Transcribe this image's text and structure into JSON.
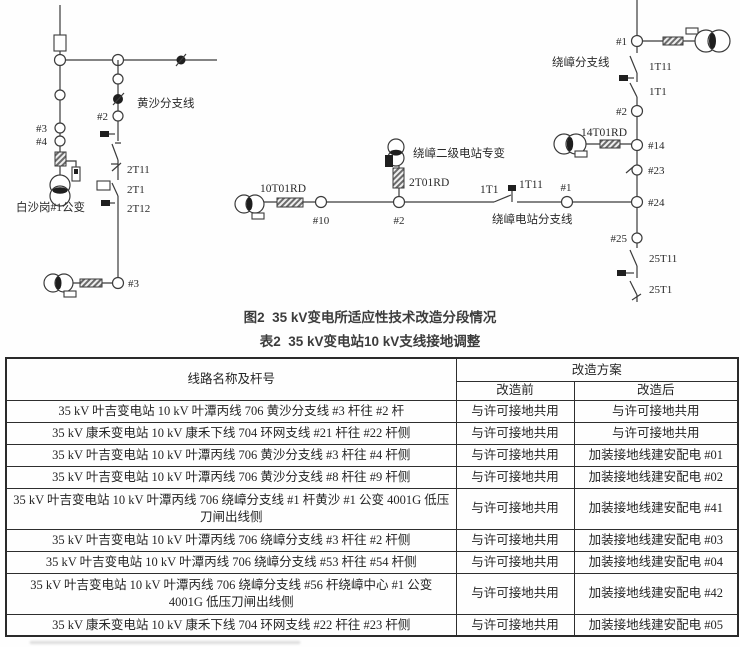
{
  "figure": {
    "caption": "图2  35 kV变电所适应性技术改造分段情况"
  },
  "diagram": {
    "colors": {
      "line": "#3b3b3b",
      "text": "#2a2a2a",
      "background": "#ffffff"
    },
    "feeder_left": {
      "pole3": "#3",
      "pole4": "#4",
      "transformer": "白沙岗#1公变",
      "branch": "黄沙分支线",
      "pole2": "#2",
      "sw_2t11": "2T11",
      "sw_2t1": "2T1",
      "sw_2t12": "2T12",
      "pole3_end": "#3"
    },
    "feeder_middle": {
      "fuse_10t01rd": "10T01RD",
      "pole10": "#10",
      "station_transformer": "绕嶂二级电站专变",
      "fuse_2t01rd": "2T01RD",
      "pole2": "#2",
      "sw_1t1": "1T1",
      "sw_1t11": "1T11",
      "branch": "绕嶂电站分支线",
      "pole1": "#1"
    },
    "feeder_right": {
      "pole1": "#1",
      "branch": "绕嶂分支线",
      "sw_1t11": "1T11",
      "sw_1t1": "1T1",
      "pole2": "#2",
      "fuse_14t01rd": "14T01RD",
      "pole14": "#14",
      "pole23": "#23",
      "pole24": "#24",
      "pole25": "#25",
      "sw_25t11": "25T11",
      "sw_25t1": "25T1"
    }
  },
  "table": {
    "title": "表2  35 kV变电站10 kV支线接地调整",
    "header": {
      "col_line": "线路名称及杆号",
      "col_plan": "改造方案",
      "col_before": "改造前",
      "col_after": "改造后"
    },
    "rows": [
      {
        "line": "35 kV 叶吉变电站 10 kV 叶潭丙线 706 黄沙分支线 #3 杆往 #2 杆",
        "before": "与许可接地共用",
        "after": "与许可接地共用"
      },
      {
        "line": "35 kV 康禾变电站 10 kV 康禾下线 704 环网支线 #21 杆往 #22 杆侧",
        "before": "与许可接地共用",
        "after": "与许可接地共用"
      },
      {
        "line": "35 kV 叶吉变电站 10 kV 叶潭丙线 706 黄沙分支线 #3 杆往 #4 杆侧",
        "before": "与许可接地共用",
        "after": "加装接地线建安配电 #01"
      },
      {
        "line": "35 kV 叶吉变电站 10 kV 叶潭丙线 706 黄沙分支线 #8 杆往 #9 杆侧",
        "before": "与许可接地共用",
        "after": "加装接地线建安配电 #02"
      },
      {
        "line": "35 kV 叶吉变电站 10 kV 叶潭丙线 706 绕嶂分支线 #1 杆黄沙 #1 公变 4001G 低压刀闸出线侧",
        "before": "与许可接地共用",
        "after": "加装接地线建安配电 #41"
      },
      {
        "line": "35 kV 叶吉变电站 10 kV 叶潭丙线 706 绕嶂分支线 #3 杆往 #2 杆侧",
        "before": "与许可接地共用",
        "after": "加装接地线建安配电 #03"
      },
      {
        "line": "35 kV 叶吉变电站 10 kV 叶潭丙线 706 绕嶂分支线 #53 杆往 #54 杆侧",
        "before": "与许可接地共用",
        "after": "加装接地线建安配电 #04"
      },
      {
        "line": "35 kV 叶吉变电站 10 kV 叶潭丙线 706 绕嶂分支线 #56 杆绕嶂中心 #1 公变 4001G 低压刀闸出线侧",
        "before": "与许可接地共用",
        "after": "加装接地线建安配电 #42"
      },
      {
        "line": "35 kV 康禾变电站 10 kV 康禾下线 704 环网支线 #22 杆往 #23 杆侧",
        "before": "与许可接地共用",
        "after": "加装接地线建安配电 #05"
      }
    ]
  }
}
